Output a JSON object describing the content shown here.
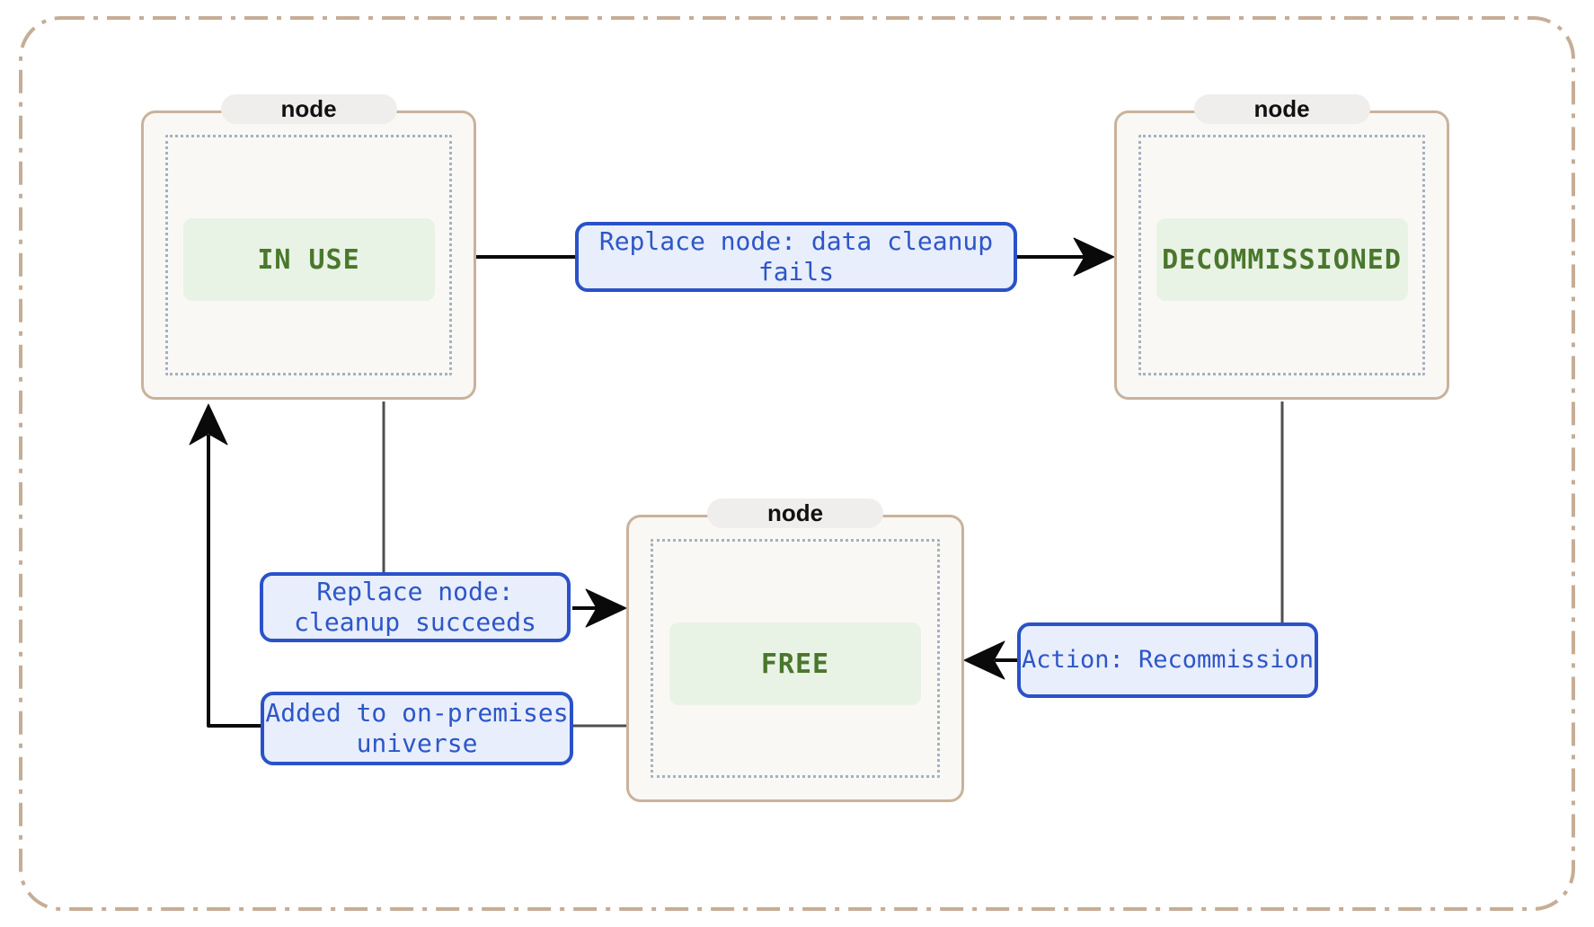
{
  "nodes": [
    {
      "badge": "node",
      "state": "IN USE"
    },
    {
      "badge": "node",
      "state": "DECOMMISSIONED"
    },
    {
      "badge": "node",
      "state": "FREE"
    }
  ],
  "edges": [
    {
      "name": "in-use-to-decommissioned",
      "lines": [
        "Replace node: data cleanup",
        "fails"
      ]
    },
    {
      "name": "in-use-to-free",
      "lines": [
        "Replace node:",
        "cleanup succeeds"
      ]
    },
    {
      "name": "free-to-in-use",
      "lines": [
        "Added to on-premises",
        "universe"
      ]
    },
    {
      "name": "decommissioned-to-free",
      "lines": [
        "Action: Recommission"
      ]
    }
  ],
  "colors": {
    "frame-border": "#c6ad96",
    "node-border": "#c9b29c",
    "node-bg": "#faf8f4",
    "badge-bg": "#efeeec",
    "badge-text": "#111111",
    "dot-border": "#a3b2c4",
    "state-bg": "#e9f3e5",
    "state-text": "#4a772c",
    "edge-border": "#2a52c8",
    "edge-bg": "#e8eefb",
    "edge-text": "#2d56c8",
    "line-grey": "#4f4f4f",
    "line-black": "#0a0a0a"
  }
}
